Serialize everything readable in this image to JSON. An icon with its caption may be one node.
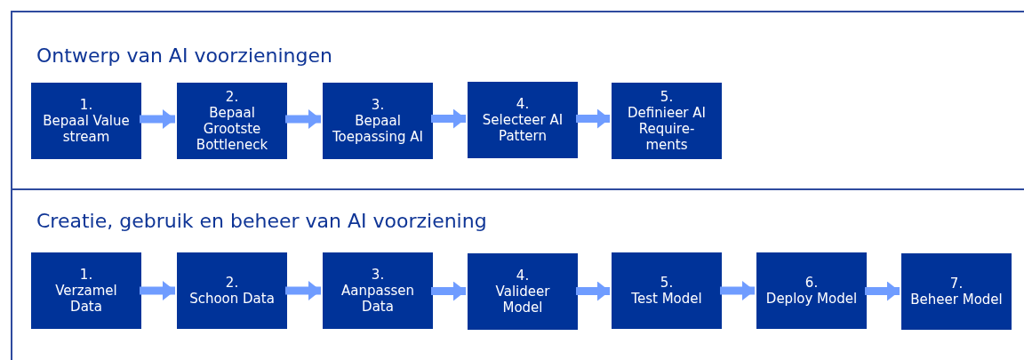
{
  "diagram": {
    "nodes": [
      {
        "text": [
          "Ontwerp van AI voorzieningen"
        ]
      },
      {
        "text": [
          "1.",
          "Bepaal Value stream"
        ],
        "in": 0
      },
      {
        "text": [
          "2.",
          "Bepaal Grootste Bottleneck"
        ],
        "in": 0
      },
      {
        "text": [
          "3.",
          "Bepaal Toepassing AI"
        ],
        "in": 0
      },
      {
        "text": [
          "4.",
          "Selecteer AI Pattern"
        ],
        "in": 0
      },
      {
        "text": [
          "5.",
          "Definieer AI Require- ments"
        ],
        "in": 0
      },
      {
        "text": [
          "Creatie, gebruik en beheer van AI voorziening"
        ]
      },
      {
        "text": [
          "1.",
          "Verzamel Data"
        ],
        "in": 6
      },
      {
        "text": [
          "2.",
          "Schoon Data"
        ],
        "in": 6
      },
      {
        "text": [
          "3.",
          "Aanpassen Data"
        ],
        "in": 6
      },
      {
        "text": [
          "4.",
          "Valideer Model"
        ],
        "in": 6
      },
      {
        "text": [
          "5.",
          "Test Model"
        ],
        "in": 6
      },
      {
        "text": [
          "6.",
          "Deploy Model"
        ],
        "in": 6
      },
      {
        "text": [
          "7.",
          "Beheer Model"
        ],
        "in": 6
      }
    ],
    "edges": [
      {
        "from": 1,
        "to": 2,
        "arrow": "to"
      },
      {
        "from": 2,
        "to": 3,
        "arrow": "to"
      },
      {
        "from": 3,
        "to": 4,
        "arrow": "to"
      },
      {
        "from": 4,
        "to": 5,
        "arrow": "to"
      },
      {
        "from": 7,
        "to": 8,
        "arrow": "to"
      },
      {
        "from": 8,
        "to": 9,
        "arrow": "to"
      },
      {
        "from": 9,
        "to": 10,
        "arrow": "to"
      },
      {
        "from": 10,
        "to": 11,
        "arrow": "to"
      },
      {
        "from": 11,
        "to": 12,
        "arrow": "to"
      },
      {
        "from": 12,
        "to": 13,
        "arrow": "to"
      }
    ]
  }
}
